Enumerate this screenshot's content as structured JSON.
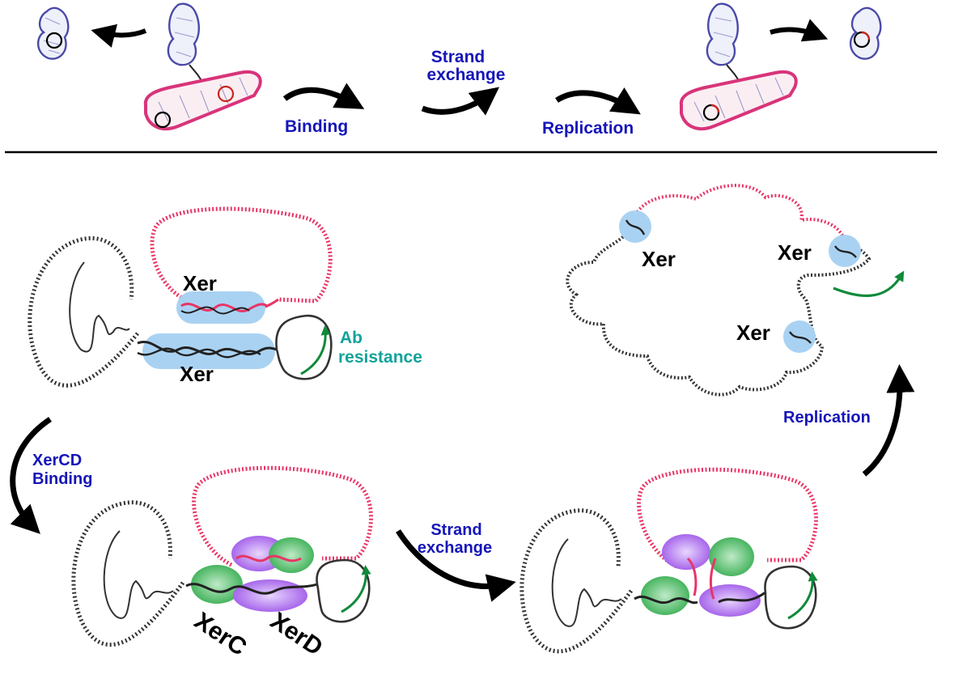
{
  "top_panel": {
    "step_binding": "Binding",
    "step_strand_line1": "Strand",
    "step_strand_line2": "exchange",
    "step_replication": "Replication"
  },
  "initial_complex": {
    "xer_upper": "Xer",
    "xer_lower": "Xer",
    "resistance_line1": "Ab",
    "resistance_line2": "resistance"
  },
  "binding_step": {
    "label_line1": "XerCD",
    "label_line2": "Binding",
    "xerc": "XerC",
    "xerd": "XerD"
  },
  "exchange_step": {
    "label_line1": "Strand",
    "label_line2": "exchange"
  },
  "replication_step": {
    "label": "Replication",
    "xer_left": "Xer",
    "xer_right": "Xer",
    "xer_center": "Xer"
  },
  "colors": {
    "pink_dna": "#e83566",
    "black_dna": "#333333",
    "xer_highlight": "#a9d2f2",
    "xerc_green": "#2faa4a",
    "xerd_purple": "#9a4fe6",
    "arrow_green": "#108a3a",
    "label_blue": "#1515b8",
    "resistance_teal": "#12a39a"
  }
}
